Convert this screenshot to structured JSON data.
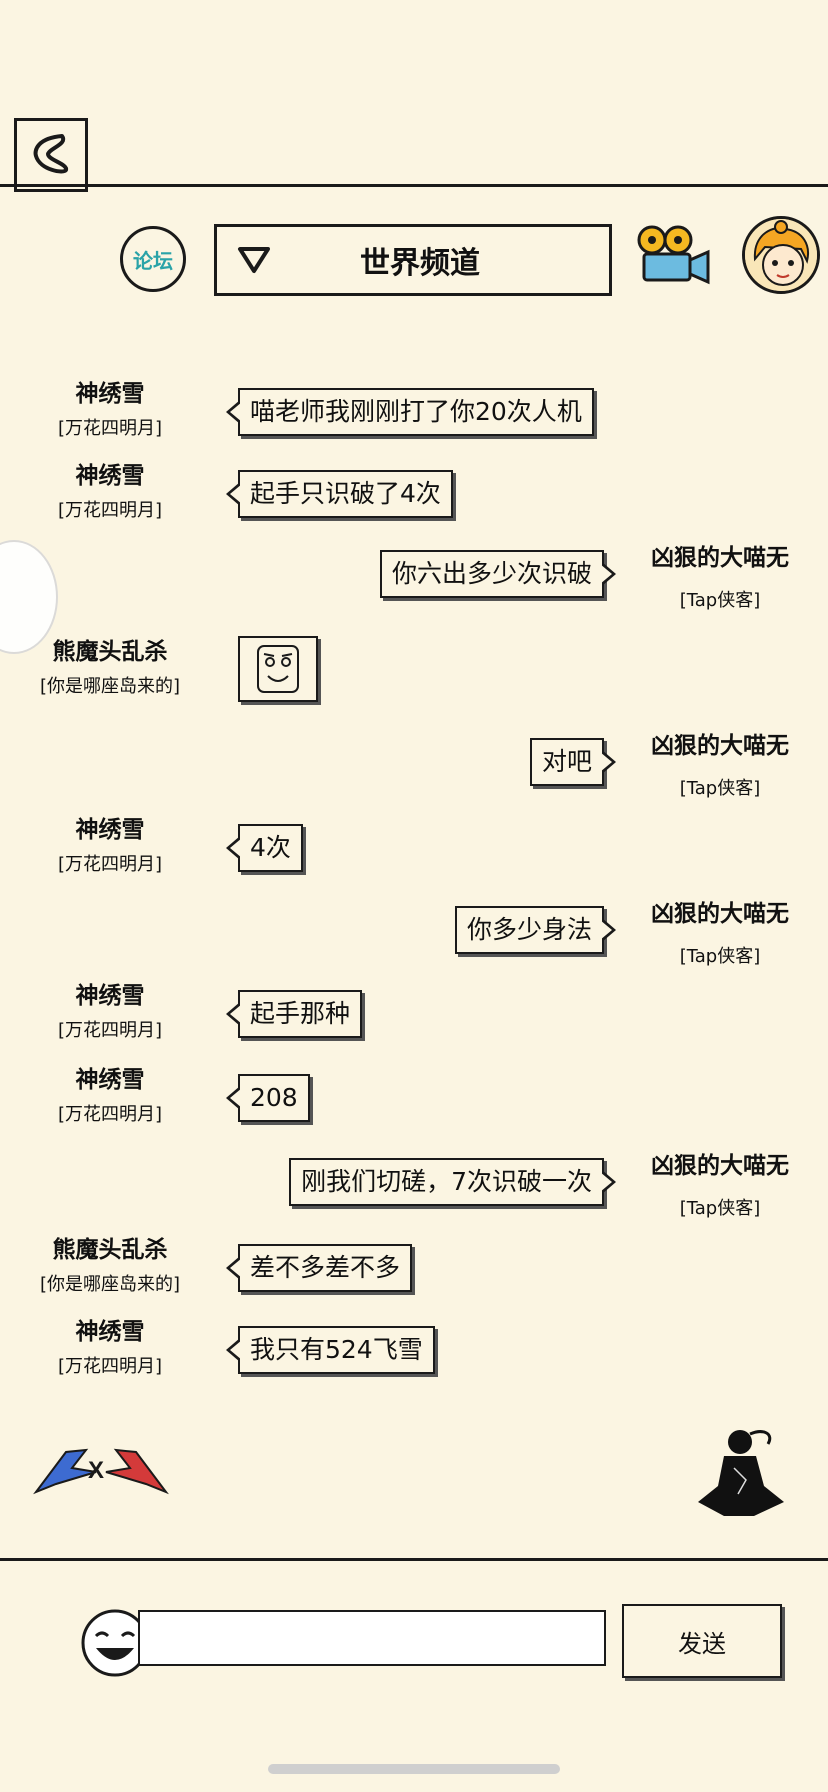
{
  "header": {
    "forum_label": "论坛",
    "channel_title": "世界频道"
  },
  "messages": [
    {
      "side": "left",
      "name": "神绣雪",
      "tag": "[万花四明月]",
      "text": "喵老师我刚刚打了你20次人机"
    },
    {
      "side": "left",
      "name": "神绣雪",
      "tag": "[万花四明月]",
      "text": "起手只识破了4次"
    },
    {
      "side": "right",
      "name": "凶狠的大喵无",
      "tag": "[Tap侠客]",
      "text": "你六出多少次识破"
    },
    {
      "side": "left",
      "name": "熊魔头乱杀",
      "tag": "[你是哪座岛来的]",
      "sticker": "face"
    },
    {
      "side": "right",
      "name": "凶狠的大喵无",
      "tag": "[Tap侠客]",
      "text": "对吧"
    },
    {
      "side": "left",
      "name": "神绣雪",
      "tag": "[万花四明月]",
      "text": "4次"
    },
    {
      "side": "right",
      "name": "凶狠的大喵无",
      "tag": "[Tap侠客]",
      "text": "你多少身法"
    },
    {
      "side": "left",
      "name": "神绣雪",
      "tag": "[万花四明月]",
      "text": "起手那种"
    },
    {
      "side": "left",
      "name": "神绣雪",
      "tag": "[万花四明月]",
      "text": "208"
    },
    {
      "side": "right",
      "name": "凶狠的大喵无",
      "tag": "[Tap侠客]",
      "text": "刚我们切磋，7次识破一次"
    },
    {
      "side": "left",
      "name": "熊魔头乱杀",
      "tag": "[你是哪座岛来的]",
      "text": "差不多差不多"
    },
    {
      "side": "left",
      "name": "神绣雪",
      "tag": "[万花四明月]",
      "text": "我只有524飞雪"
    }
  ],
  "composer": {
    "input_value": "",
    "send_label": "发送"
  },
  "colors": {
    "background": "#fbf5e2",
    "ink": "#1a1a1a",
    "forum_teal": "#2aa3a8"
  }
}
